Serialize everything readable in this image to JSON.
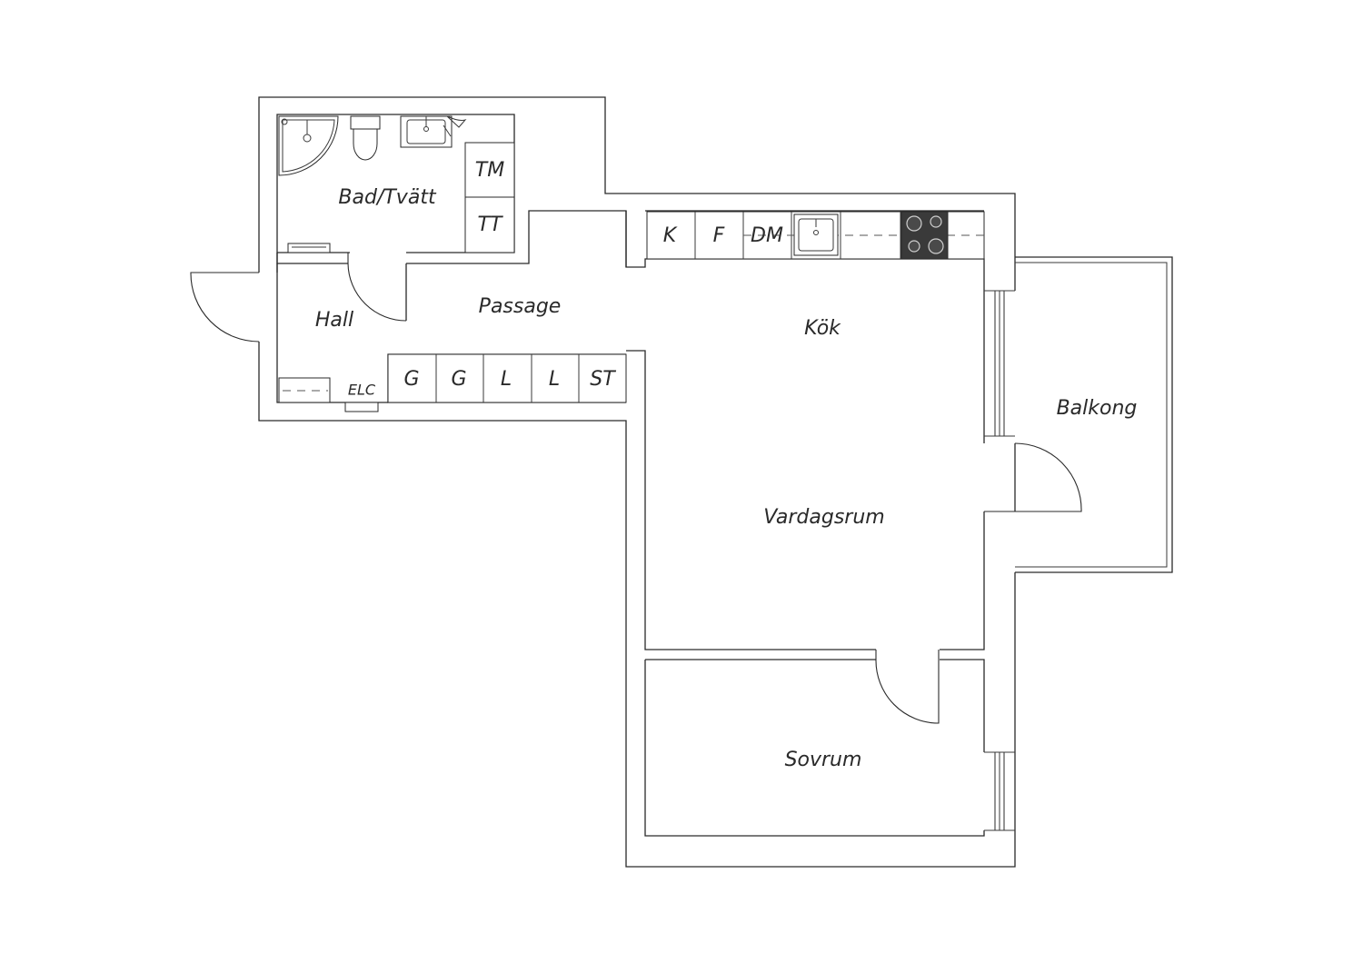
{
  "rooms": {
    "bad": "Bad/Tvätt",
    "hall": "Hall",
    "passage": "Passage",
    "kok": "Kök",
    "balkong": "Balkong",
    "vardagsrum": "Vardagsrum",
    "sovrum": "Sovrum"
  },
  "units": {
    "tm": "TM",
    "tt": "TT",
    "k": "K",
    "f": "F",
    "dm": "DM",
    "g1": "G",
    "g2": "G",
    "l1": "L",
    "l2": "L",
    "st": "ST",
    "elc": "ELC"
  }
}
